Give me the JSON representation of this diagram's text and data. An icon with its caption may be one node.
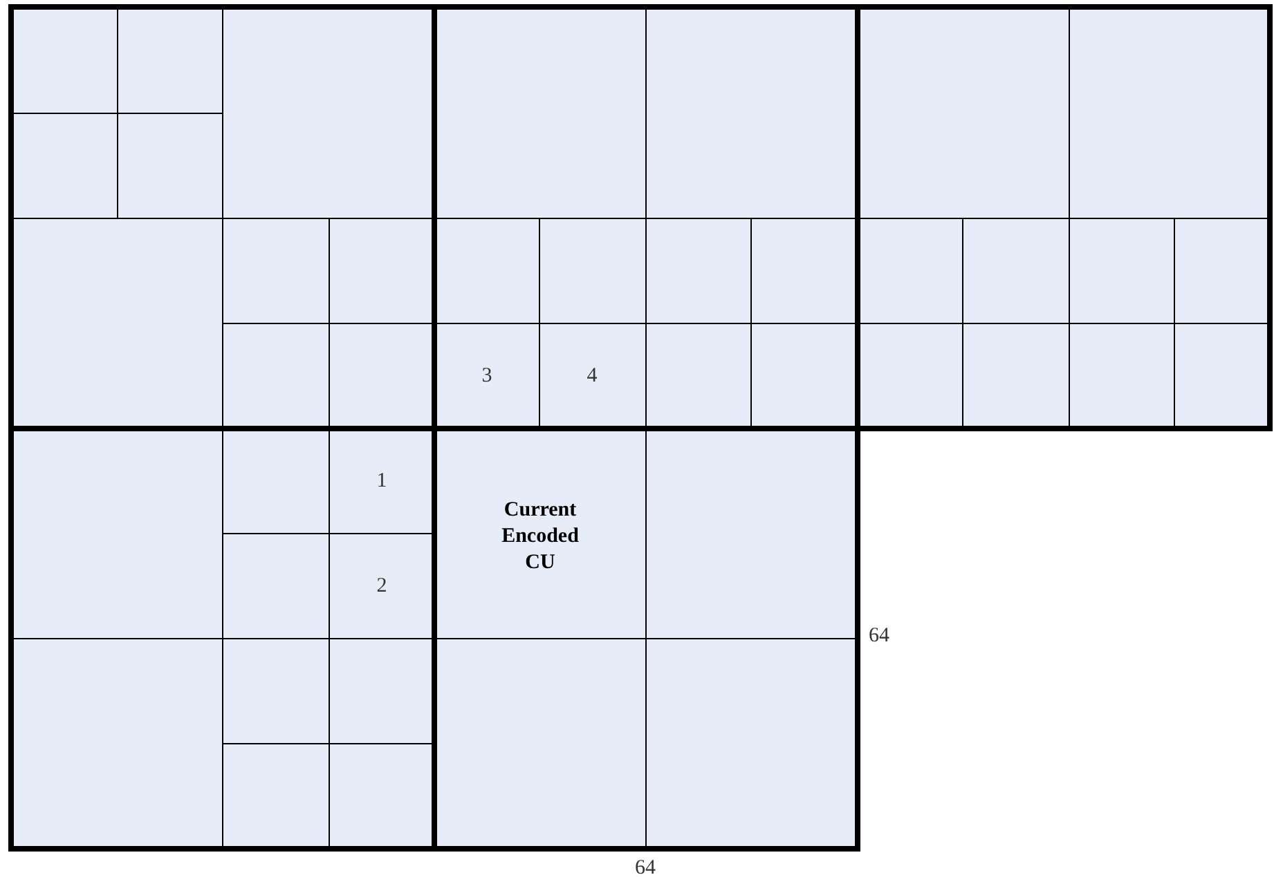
{
  "diagram": {
    "nodes": [
      {
        "text": [
          "3"
        ]
      },
      {
        "text": [
          "4"
        ]
      },
      {
        "text": [
          "1"
        ]
      },
      {
        "text": [
          "Current Encoded CU"
        ]
      },
      {
        "text": [
          "2"
        ]
      }
    ],
    "labels": [
      "64",
      "64"
    ]
  }
}
